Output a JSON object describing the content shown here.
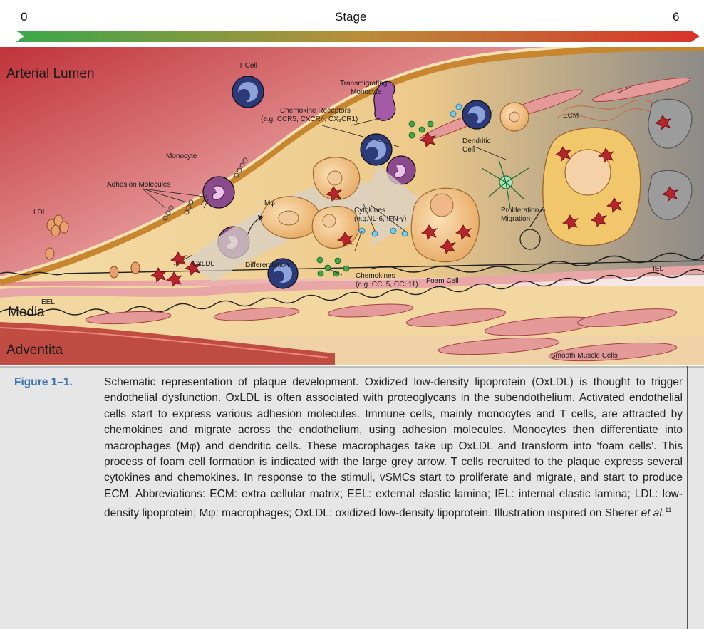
{
  "stage": {
    "min": "0",
    "label": "Stage",
    "max": "6"
  },
  "regions": {
    "lumen": "Arterial Lumen",
    "media": "Media",
    "adventitia": "Adventita"
  },
  "labels": {
    "t_cell": "T Cell",
    "transmigrating_monocyte_1": "Transmigrating",
    "transmigrating_monocyte_2": "Monocyte",
    "chemokine_receptors_1": "Chemokine Receptors",
    "chemokine_receptors_2": "(e.g. CCR5, CXCR4, CX₃CR1)",
    "monocyte": "Monocyte",
    "adhesion_molecules": "Adhesion Molecules",
    "ldl": "LDL",
    "oxldl": "OxLDL",
    "macrophage": "Mφ",
    "differentiation": "Differentiation",
    "cytokines_1": "Cytokines",
    "cytokines_2": "(e.g. IL-6, IFN-γ)",
    "chemokines_1": "Chemokines",
    "chemokines_2": "(e.g. CCL5, CCL11)",
    "foam_cell": "Foam Cell",
    "dendritic_cell_1": "Dendritic",
    "dendritic_cell_2": "Cell",
    "proliferation_1": "Proliferation &",
    "proliferation_2": "Migration",
    "ecm": "ECM",
    "iel": "IEL",
    "eel": "EEL",
    "smooth_muscle_cells": "Smooth Muscle Cells"
  },
  "caption": {
    "title": "Figure 1–1.",
    "text": "Schematic representation of plaque development. Oxidized low-density lipoprotein (OxLDL) is thought to trigger endothelial dysfunction. OxLDL is often associated with proteoglycans in the subendothelium. Activated endothelial cells start to express various adhesion molecules. Immune cells, mainly monocytes and T cells, are attracted by chemokines and migrate across the endothelium, using adhesion molecules. Monocytes then differentiate into macrophages (Mφ) and dendritic cells. These macrophages take up OxLDL and transform into ‘foam cells’. This process of foam cell formation is indicated with the large grey arrow. T cells recruited to the plaque express several cytokines and chemokines. In response to the stimuli, vSMCs start to proliferate and migrate, and start to produce ECM. Abbreviations: ECM: extra cellular matrix; EEL: external elastic lamina; IEL: internal elastic lamina; LDL: low-density lipoprotein; Mφ: macrophages; OxLDL: oxidized low-density lipoprotein. Illustration inspired on Sherer ",
    "cite_author": "et al.",
    "cite_ref": "11"
  },
  "colors": {
    "stage_start": "#3aa84a",
    "stage_end": "#d9322a",
    "lumen": "#c0333a",
    "plaque": "#f3d7a0",
    "smooth_muscle": "#e8a0a0",
    "monocyte": "#8b4a8c",
    "t_cell": "#3c4d93",
    "oxldl": "#b8242b",
    "caption_title": "#3a6fb0"
  }
}
